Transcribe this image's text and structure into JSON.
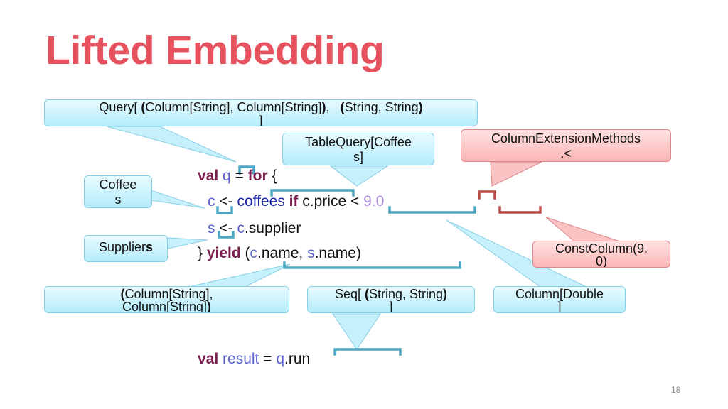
{
  "slide": {
    "title": "Lifted Embedding",
    "page_number": "18"
  },
  "callouts": {
    "query_type": {
      "prefix": "Query[ ",
      "open": "(",
      "inner": "Column[String], Column[String]",
      "close": ")",
      "sep": ", ",
      "open2": "(",
      "inner2": "String, String",
      "close2": ")",
      "suffix": " ]"
    },
    "table_query": {
      "line1": "TableQuery[Coffee",
      "line2": "s]"
    },
    "column_extension": {
      "line1": "ColumnExtensionMethods",
      "line2": ".<"
    },
    "coffees": {
      "line1": "Coffee",
      "line2": "s"
    },
    "suppliers": {
      "text": "Supplier",
      "bold": "s"
    },
    "const_column": {
      "line1": "ConstColumn(9.",
      "line2": "0)"
    },
    "tuple_columns": {
      "open": "(",
      "line1": "Column[String],",
      "line2": "Column[String]",
      "close": ")"
    },
    "seq_type": {
      "prefix": "Seq[ ",
      "open": "(",
      "inner": "String, String",
      "close": ")",
      "suffix": "]"
    },
    "column_double": {
      "line1": "Column[Double",
      "line2": "]"
    }
  },
  "code": {
    "line1": {
      "kw1": "val",
      "q": "q",
      "eq": " = ",
      "kw2": "for",
      "brace": " {"
    },
    "line2": {
      "c": "c",
      "arrow": " <- ",
      "coffees": "coffees",
      "kw_if": " if ",
      "cond": "c.price < ",
      "num": "9.0"
    },
    "line3": {
      "s": "s",
      "arrow": " <- ",
      "c": "c",
      "rest": ".supplier"
    },
    "line4": {
      "brace": "} ",
      "kw": "yield",
      "open": " (",
      "c": "c",
      "name1": ".name, ",
      "s": "s",
      "name2": ".name)"
    },
    "line5": {
      "kw": "val",
      "result": " result",
      "eq": " = ",
      "q": "q",
      "run": ".run"
    }
  },
  "colors": {
    "title": "#e7525f",
    "bracket_blue": "#4ea6c3",
    "bracket_red": "#bf4a45",
    "callout_blue": "#b4ecfb",
    "callout_red": "#fbb6b6"
  }
}
